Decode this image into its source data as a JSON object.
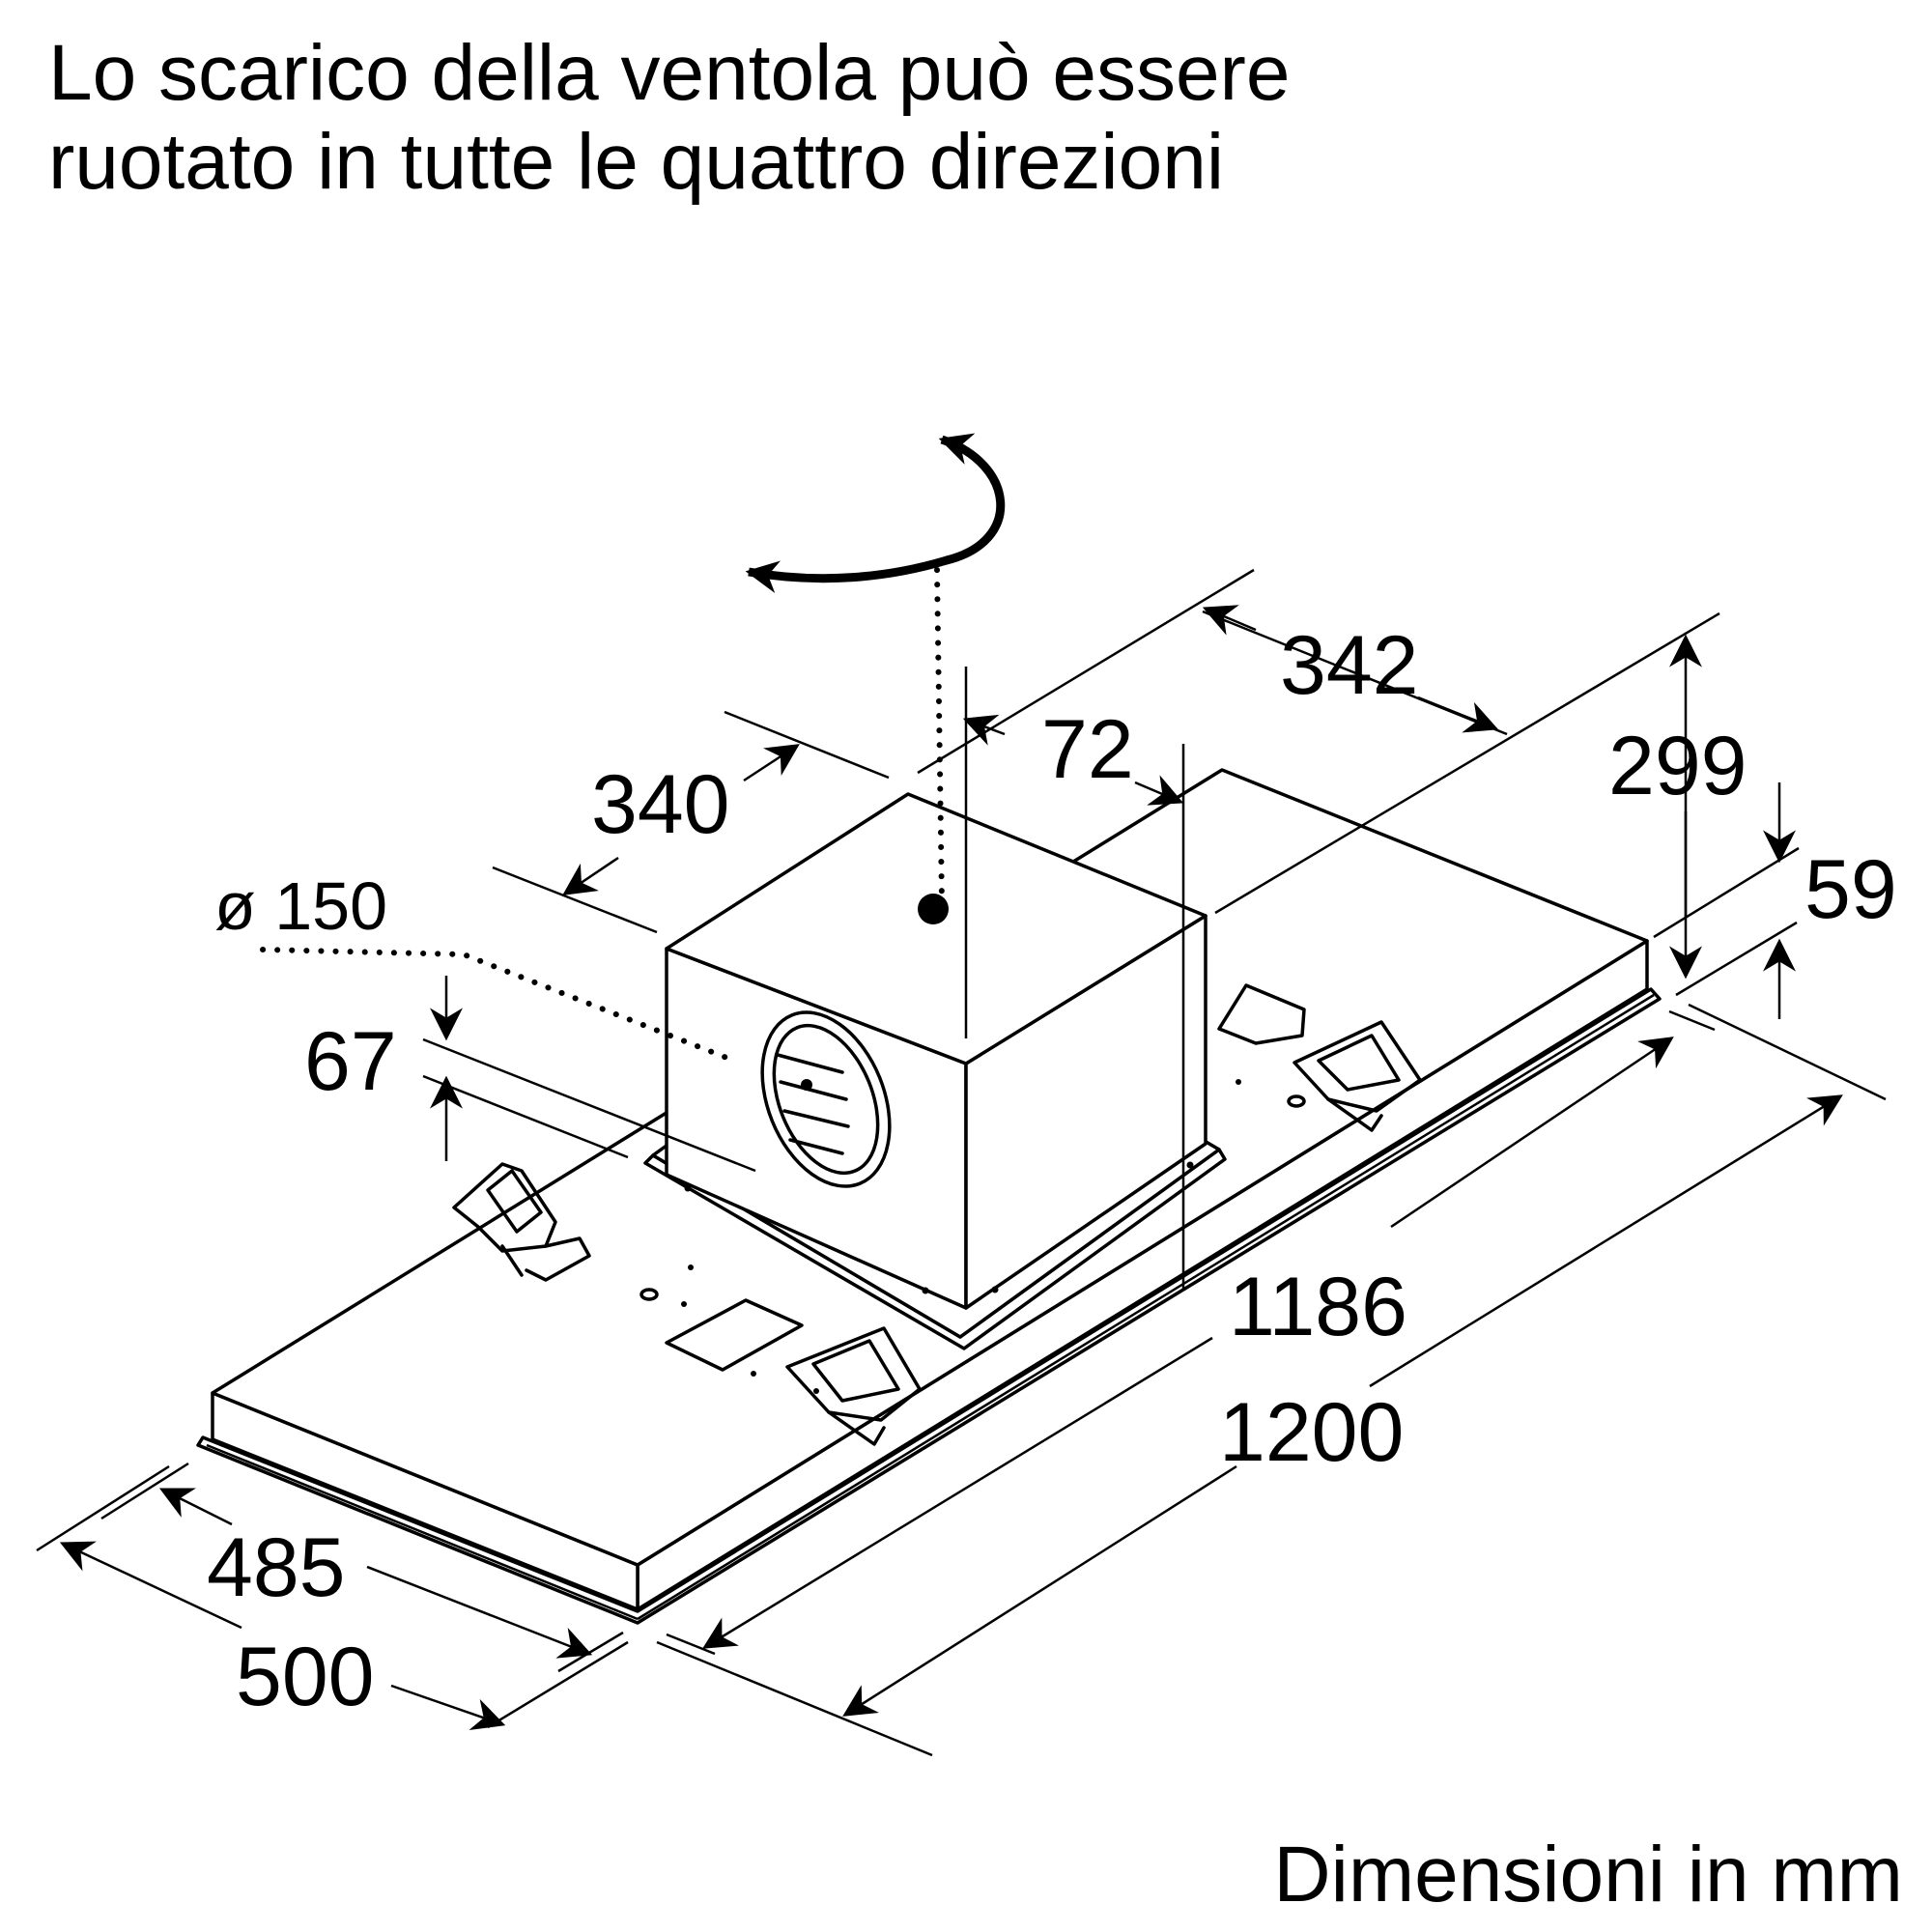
{
  "heading": {
    "line1": "Lo scarico della ventola può essere",
    "line2": "ruotato in tutte le quattro direzioni"
  },
  "footer": {
    "units_note": "Dimensioni in mm"
  },
  "dimensions": {
    "blower_depth": "342",
    "blower_width": "340",
    "blower_offset": "72",
    "total_height": "299",
    "frame_height": "59",
    "outlet_diameter": "ø 150",
    "outlet_height": "67",
    "inner_length": "1186",
    "outer_length": "1200",
    "inner_depth": "485",
    "outer_depth": "500"
  }
}
